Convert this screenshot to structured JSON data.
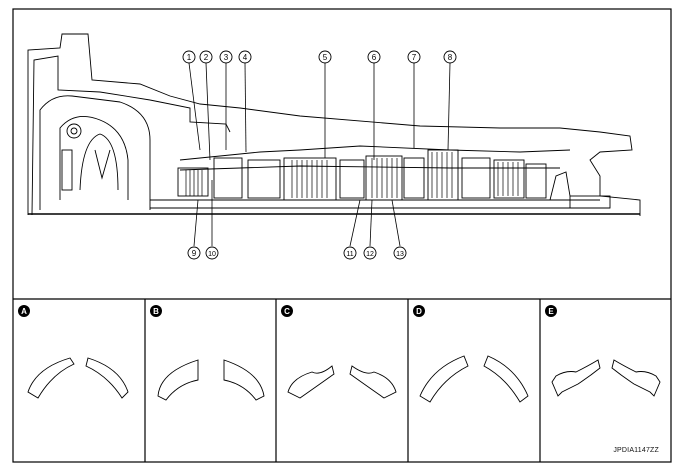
{
  "callouts": [
    "1",
    "2",
    "3",
    "4",
    "5",
    "6",
    "7",
    "8",
    "9",
    "10",
    "11",
    "12",
    "13"
  ],
  "panels": [
    {
      "label": "A",
      "shape": "thin-wing"
    },
    {
      "label": "B",
      "shape": "flat-wedge"
    },
    {
      "label": "C",
      "shape": "hooked-wing"
    },
    {
      "label": "D",
      "shape": "tapered-wing"
    },
    {
      "label": "E",
      "shape": "notched-wing"
    }
  ],
  "figure_code": "JPDIA1147ZZ"
}
